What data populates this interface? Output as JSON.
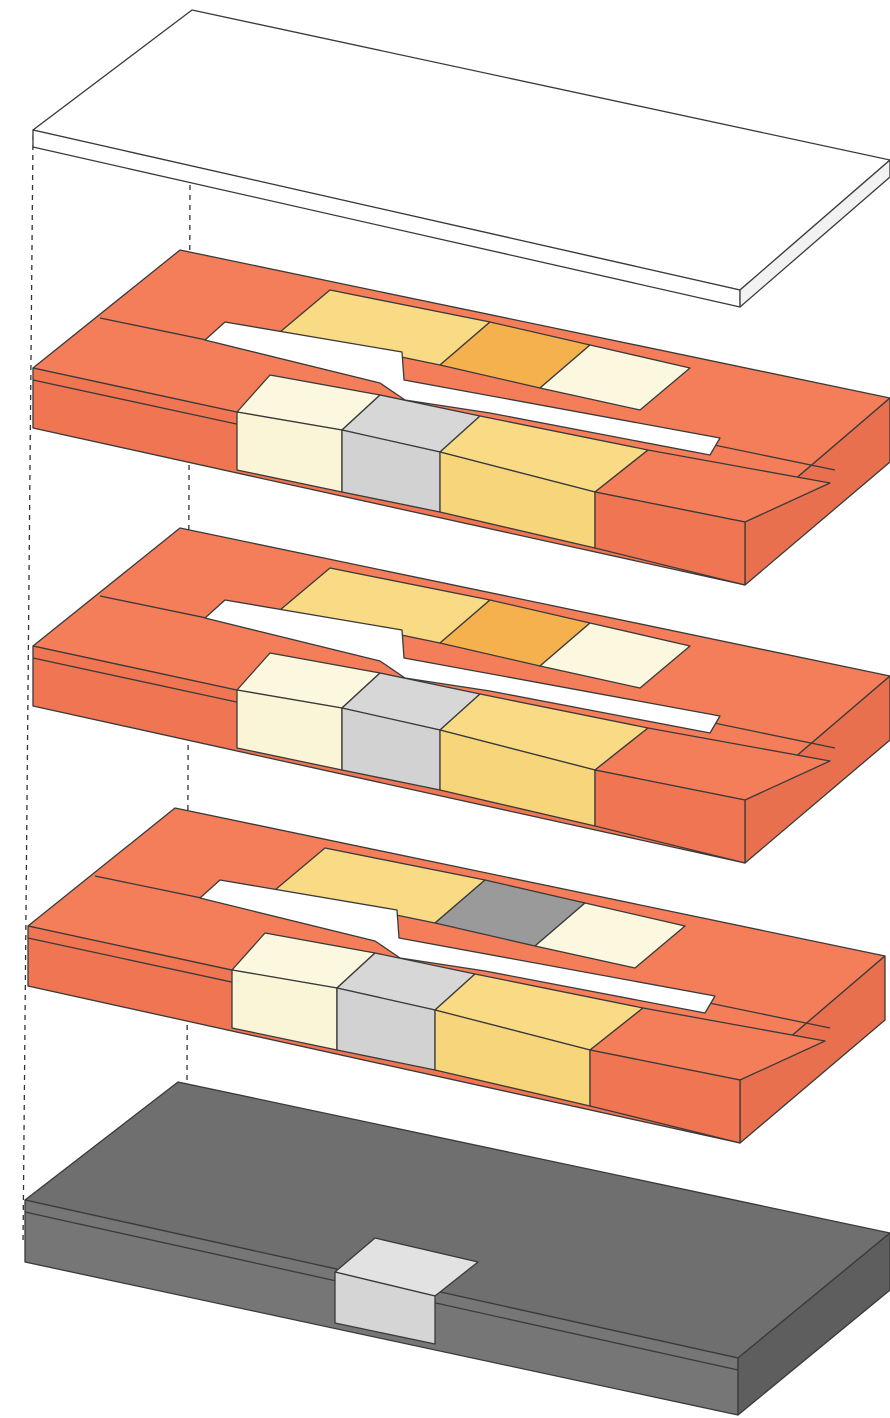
{
  "diagram": {
    "kind": "exploded axonometric stacking diagram",
    "layers": [
      {
        "id": "roof",
        "name": "roof-slab",
        "material": "slab"
      },
      {
        "id": "floor-3",
        "name": "upper-floor",
        "zones": [
          "unit",
          "unit",
          "unit",
          "unit",
          "yellow",
          "orange-core",
          "cream",
          "cream",
          "grey",
          "yellow",
          "corridor"
        ]
      },
      {
        "id": "floor-2",
        "name": "middle-floor",
        "zones": [
          "unit",
          "unit",
          "unit",
          "unit",
          "yellow",
          "orange-core",
          "cream",
          "cream",
          "grey",
          "yellow",
          "corridor"
        ]
      },
      {
        "id": "floor-1",
        "name": "lower-floor",
        "zones": [
          "unit",
          "unit",
          "unit",
          "unit",
          "yellow",
          "dark-grey-core",
          "cream",
          "cream",
          "grey",
          "yellow",
          "corridor"
        ]
      },
      {
        "id": "ground",
        "name": "ground-plinth",
        "zones": [
          "plinth",
          "entrance"
        ]
      }
    ],
    "colors": {
      "unit": "#F47D5A",
      "yellow": "#F9DA85",
      "orange_core": "#F6B14F",
      "cream": "#FCF8E0",
      "grey": "#D7D7D7",
      "dark_grey_core": "#9A9A9A",
      "corridor": "#FFFFFF",
      "plinth": "#6F6F6F",
      "entrance": "#D8D8D8",
      "roof": "#FFFFFF",
      "edge": "#3A3A3A"
    }
  }
}
